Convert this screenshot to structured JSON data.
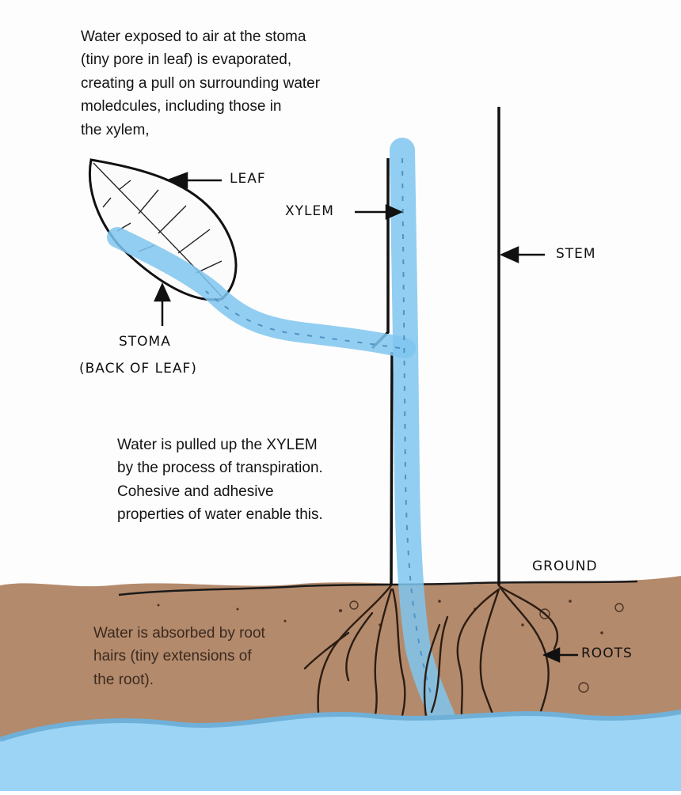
{
  "captions": {
    "stoma_note": "Water exposed to air at the stoma\n(tiny pore in leaf) is evaporated,\ncreating a pull on surrounding water\nmoledcules, including those in\nthe xylem,",
    "xylem_note": "Water is pulled up the XYLEM\nby the process of transpiration.\nCohesive and adhesive\nproperties of water enable this.",
    "root_note": "Water is absorbed by root\nhairs (tiny extensions of\nthe root)."
  },
  "labels": {
    "leaf": "LEAF",
    "xylem": "XYLEM",
    "stem": "STEM",
    "stoma": "STOMA",
    "stoma_sub": "(BACK OF LEAF)",
    "ground": "GROUND",
    "roots": "ROOTS"
  },
  "colors": {
    "water": "#7fc6ee",
    "water_dark": "#4f93c6",
    "soil": "#b48a6c",
    "groundwater": "#9bd4f5",
    "ink": "#111111"
  }
}
